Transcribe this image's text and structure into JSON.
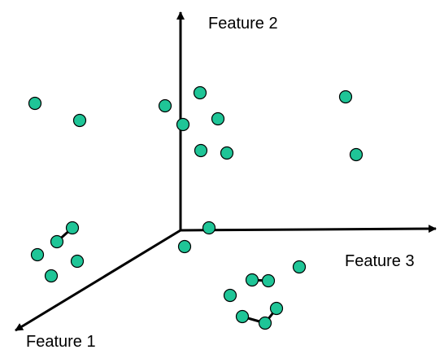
{
  "axes": {
    "feature1": "Feature 1",
    "feature2": "Feature 2",
    "feature3": "Feature 3"
  },
  "colors": {
    "point_fill": "#1fc597",
    "line": "#000000"
  }
}
